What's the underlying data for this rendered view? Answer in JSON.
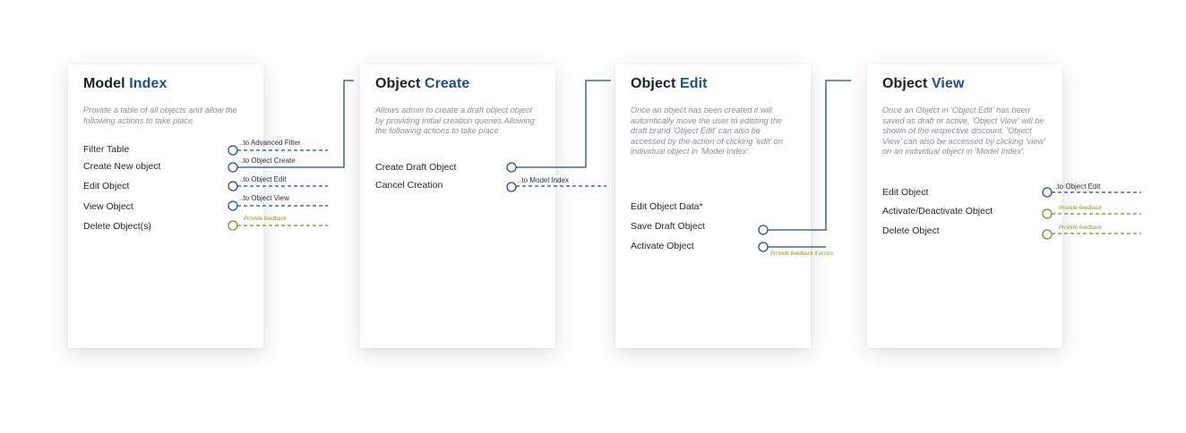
{
  "colors": {
    "blue": "#1f4e8c",
    "green": "#7d8c1f"
  },
  "cards": [
    {
      "title_plain": "Model",
      "title_accent": "Index",
      "description": "Provide a table of all objects and allow the following actions to take place",
      "actions": [
        "Filter Table",
        "Create New object",
        "Edit Object",
        "View Object",
        "Delete Object(s)"
      ]
    },
    {
      "title_plain": "Object",
      "title_accent": "Create",
      "description": "Allows admin to create a draft object object by providing initial creation queries.Allowing the following actions to take place",
      "actions": [
        "Create Draft Object",
        "Cancel Creation"
      ]
    },
    {
      "title_plain": "Object",
      "title_accent": "Edit",
      "description": "Once an object has been created it will automtically move the user to edititing the draft brand 'Object Edit' can also be accessed by the action of clicking 'edit' on individual object in 'Model Index'.",
      "actions": [
        "Edit Object Data*",
        "Save Draft Object",
        "Activate Object"
      ]
    },
    {
      "title_plain": "Object",
      "title_accent": "View",
      "description": "Once an Object in 'Object Edit' has been saved as draft or active, 'Object View' will be shown of the respective discount. 'Object View' can also be accessed by clicking 'view' on an individual object in 'Model Index'.",
      "actions": [
        "Edit Object",
        "Activate/Deactivate Object",
        "Delete Object"
      ]
    }
  ],
  "connectors": [
    {
      "label": "..to Advanced Filter",
      "color": "blue"
    },
    {
      "label": "..to Object Create",
      "color": "blue"
    },
    {
      "label": "..to Object Edit",
      "color": "blue"
    },
    {
      "label": "..to Object View",
      "color": "blue"
    },
    {
      "label": "Provide feedback",
      "color": "green"
    },
    {
      "label": "",
      "color": "blue"
    },
    {
      "label": "..to Model Index",
      "color": "blue"
    },
    {
      "label": "",
      "color": "blue"
    },
    {
      "label": "Provide feedback if errors",
      "color": "green"
    },
    {
      "label": "..to Object Edit",
      "color": "blue"
    },
    {
      "label": "Provide feedback",
      "color": "green"
    },
    {
      "label": "Provide feedback",
      "color": "green"
    }
  ]
}
